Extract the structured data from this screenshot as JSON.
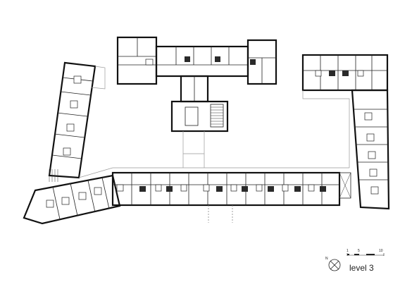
{
  "title": "level 3",
  "north_label": "N",
  "scale": {
    "ticks": [
      "1",
      "5",
      "10"
    ]
  },
  "icons": {
    "north": "north-arrow-icon",
    "scale": "scale-bar-icon"
  }
}
